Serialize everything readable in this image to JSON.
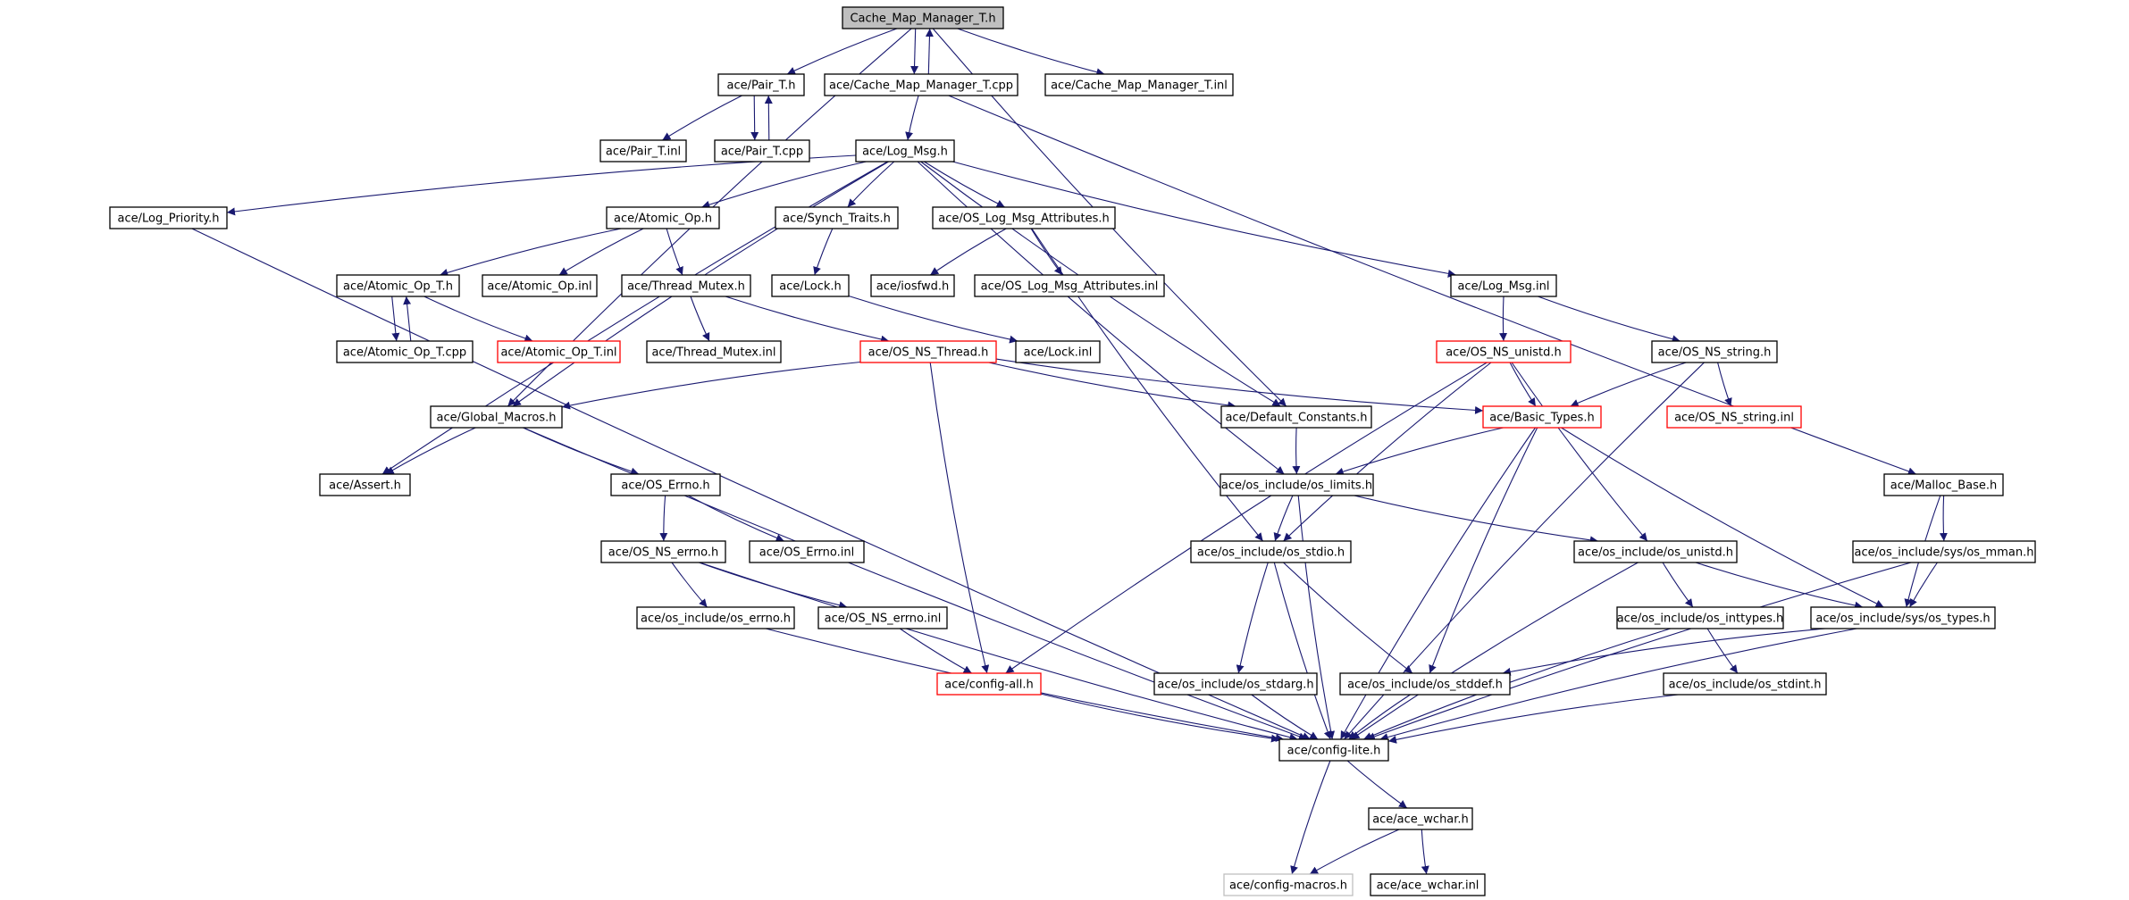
{
  "graph": {
    "nodes": [
      {
        "id": "root",
        "label": "Cache_Map_Manager_T.h",
        "style": "root"
      },
      {
        "id": "pair_h",
        "label": "ace/Pair_T.h",
        "style": "normal"
      },
      {
        "id": "cmm_cpp",
        "label": "ace/Cache_Map_Manager_T.cpp",
        "style": "normal"
      },
      {
        "id": "cmm_inl",
        "label": "ace/Cache_Map_Manager_T.inl",
        "style": "normal"
      },
      {
        "id": "pair_inl",
        "label": "ace/Pair_T.inl",
        "style": "normal"
      },
      {
        "id": "pair_cpp",
        "label": "ace/Pair_T.cpp",
        "style": "normal"
      },
      {
        "id": "log_msg",
        "label": "ace/Log_Msg.h",
        "style": "normal"
      },
      {
        "id": "log_priority",
        "label": "ace/Log_Priority.h",
        "style": "normal"
      },
      {
        "id": "atomic_op_h",
        "label": "ace/Atomic_Op.h",
        "style": "normal"
      },
      {
        "id": "synch_traits",
        "label": "ace/Synch_Traits.h",
        "style": "normal"
      },
      {
        "id": "os_log_attr",
        "label": "ace/OS_Log_Msg_Attributes.h",
        "style": "normal"
      },
      {
        "id": "atomic_op_t_h",
        "label": "ace/Atomic_Op_T.h",
        "style": "normal"
      },
      {
        "id": "atomic_op_inl",
        "label": "ace/Atomic_Op.inl",
        "style": "normal"
      },
      {
        "id": "thread_mutex_h",
        "label": "ace/Thread_Mutex.h",
        "style": "normal"
      },
      {
        "id": "lock_h",
        "label": "ace/Lock.h",
        "style": "normal"
      },
      {
        "id": "iosfwd",
        "label": "ace/iosfwd.h",
        "style": "normal"
      },
      {
        "id": "os_log_attr_inl",
        "label": "ace/OS_Log_Msg_Attributes.inl",
        "style": "normal"
      },
      {
        "id": "log_msg_inl",
        "label": "ace/Log_Msg.inl",
        "style": "normal"
      },
      {
        "id": "atomic_op_t_cpp",
        "label": "ace/Atomic_Op_T.cpp",
        "style": "normal"
      },
      {
        "id": "atomic_op_t_inl",
        "label": "ace/Atomic_Op_T.inl",
        "style": "red"
      },
      {
        "id": "thread_mutex_inl",
        "label": "ace/Thread_Mutex.inl",
        "style": "normal"
      },
      {
        "id": "os_ns_thread",
        "label": "ace/OS_NS_Thread.h",
        "style": "red"
      },
      {
        "id": "lock_inl",
        "label": "ace/Lock.inl",
        "style": "normal"
      },
      {
        "id": "os_ns_unistd",
        "label": "ace/OS_NS_unistd.h",
        "style": "red"
      },
      {
        "id": "os_ns_string",
        "label": "ace/OS_NS_string.h",
        "style": "normal"
      },
      {
        "id": "global_macros",
        "label": "ace/Global_Macros.h",
        "style": "normal"
      },
      {
        "id": "default_constants",
        "label": "ace/Default_Constants.h",
        "style": "normal"
      },
      {
        "id": "basic_types",
        "label": "ace/Basic_Types.h",
        "style": "red"
      },
      {
        "id": "os_ns_string_inl",
        "label": "ace/OS_NS_string.inl",
        "style": "red"
      },
      {
        "id": "assert_h",
        "label": "ace/Assert.h",
        "style": "normal"
      },
      {
        "id": "os_errno",
        "label": "ace/OS_Errno.h",
        "style": "normal"
      },
      {
        "id": "os_limits",
        "label": "ace/os_include/os_limits.h",
        "style": "normal"
      },
      {
        "id": "malloc_base",
        "label": "ace/Malloc_Base.h",
        "style": "normal"
      },
      {
        "id": "os_ns_errno",
        "label": "ace/OS_NS_errno.h",
        "style": "normal"
      },
      {
        "id": "os_errno_inl",
        "label": "ace/OS_Errno.inl",
        "style": "normal"
      },
      {
        "id": "os_stdio",
        "label": "ace/os_include/os_stdio.h",
        "style": "normal"
      },
      {
        "id": "os_unistd",
        "label": "ace/os_include/os_unistd.h",
        "style": "normal"
      },
      {
        "id": "sys_mman",
        "label": "ace/os_include/sys/os_mman.h",
        "style": "normal"
      },
      {
        "id": "os_include_errno",
        "label": "ace/os_include/os_errno.h",
        "style": "normal"
      },
      {
        "id": "os_ns_errno_inl",
        "label": "ace/OS_NS_errno.inl",
        "style": "normal"
      },
      {
        "id": "os_inttypes",
        "label": "ace/os_include/os_inttypes.h",
        "style": "normal"
      },
      {
        "id": "sys_types",
        "label": "ace/os_include/sys/os_types.h",
        "style": "normal"
      },
      {
        "id": "config_all",
        "label": "ace/config-all.h",
        "style": "red"
      },
      {
        "id": "os_stdarg",
        "label": "ace/os_include/os_stdarg.h",
        "style": "normal"
      },
      {
        "id": "os_stddef",
        "label": "ace/os_include/os_stddef.h",
        "style": "normal"
      },
      {
        "id": "os_stdint",
        "label": "ace/os_include/os_stdint.h",
        "style": "normal"
      },
      {
        "id": "config_lite",
        "label": "ace/config-lite.h",
        "style": "normal"
      },
      {
        "id": "ace_wchar_h",
        "label": "ace/ace_wchar.h",
        "style": "normal"
      },
      {
        "id": "config_macros",
        "label": "ace/config-macros.h",
        "style": "gray"
      },
      {
        "id": "ace_wchar_inl",
        "label": "ace/ace_wchar.inl",
        "style": "normal"
      }
    ],
    "edges": [
      [
        "root",
        "pair_h"
      ],
      [
        "root",
        "cmm_cpp"
      ],
      [
        "root",
        "cmm_inl"
      ],
      [
        "root",
        "global_macros"
      ],
      [
        "root",
        "default_constants"
      ],
      [
        "cmm_cpp",
        "root"
      ],
      [
        "cmm_cpp",
        "log_msg"
      ],
      [
        "cmm_cpp",
        "malloc_base"
      ],
      [
        "pair_h",
        "pair_inl"
      ],
      [
        "pair_h",
        "pair_cpp"
      ],
      [
        "pair_cpp",
        "pair_h"
      ],
      [
        "log_msg",
        "log_priority"
      ],
      [
        "log_msg",
        "atomic_op_h"
      ],
      [
        "log_msg",
        "synch_traits"
      ],
      [
        "log_msg",
        "os_log_attr"
      ],
      [
        "log_msg",
        "log_msg_inl"
      ],
      [
        "log_msg",
        "global_macros"
      ],
      [
        "log_msg",
        "assert_h"
      ],
      [
        "log_msg",
        "default_constants"
      ],
      [
        "log_msg",
        "os_limits"
      ],
      [
        "log_priority",
        "config_lite"
      ],
      [
        "atomic_op_h",
        "atomic_op_t_h"
      ],
      [
        "atomic_op_h",
        "atomic_op_inl"
      ],
      [
        "atomic_op_h",
        "thread_mutex_h"
      ],
      [
        "atomic_op_t_h",
        "atomic_op_t_cpp"
      ],
      [
        "atomic_op_t_h",
        "atomic_op_t_inl"
      ],
      [
        "atomic_op_t_cpp",
        "atomic_op_t_h"
      ],
      [
        "thread_mutex_h",
        "thread_mutex_inl"
      ],
      [
        "thread_mutex_h",
        "os_ns_thread"
      ],
      [
        "synch_traits",
        "lock_h"
      ],
      [
        "lock_h",
        "lock_inl"
      ],
      [
        "os_log_attr",
        "iosfwd"
      ],
      [
        "os_log_attr",
        "os_log_attr_inl"
      ],
      [
        "os_log_attr",
        "os_stdio"
      ],
      [
        "log_msg_inl",
        "os_ns_unistd"
      ],
      [
        "log_msg_inl",
        "os_ns_string"
      ],
      [
        "os_ns_thread",
        "global_macros"
      ],
      [
        "os_ns_thread",
        "default_constants"
      ],
      [
        "os_ns_thread",
        "basic_types"
      ],
      [
        "os_ns_thread",
        "config_all"
      ],
      [
        "os_ns_unistd",
        "basic_types"
      ],
      [
        "os_ns_unistd",
        "os_stdio"
      ],
      [
        "os_ns_unistd",
        "os_unistd"
      ],
      [
        "os_ns_unistd",
        "config_all"
      ],
      [
        "os_ns_string",
        "basic_types"
      ],
      [
        "os_ns_string",
        "os_ns_string_inl"
      ],
      [
        "os_ns_string",
        "config_lite"
      ],
      [
        "global_macros",
        "assert_h"
      ],
      [
        "global_macros",
        "os_errno"
      ],
      [
        "global_macros",
        "config_lite"
      ],
      [
        "default_constants",
        "os_limits"
      ],
      [
        "basic_types",
        "os_limits"
      ],
      [
        "basic_types",
        "sys_types"
      ],
      [
        "basic_types",
        "os_stddef"
      ],
      [
        "basic_types",
        "config_lite"
      ],
      [
        "os_errno",
        "os_ns_errno"
      ],
      [
        "os_errno",
        "os_errno_inl"
      ],
      [
        "os_ns_errno",
        "os_include_errno"
      ],
      [
        "os_ns_errno",
        "os_ns_errno_inl"
      ],
      [
        "os_ns_errno",
        "config_lite"
      ],
      [
        "os_include_errno",
        "config_lite"
      ],
      [
        "os_ns_errno_inl",
        "config_all"
      ],
      [
        "os_limits",
        "os_stdio"
      ],
      [
        "os_limits",
        "os_unistd"
      ],
      [
        "os_limits",
        "config_lite"
      ],
      [
        "os_stdio",
        "os_stdarg"
      ],
      [
        "os_stdio",
        "os_stddef"
      ],
      [
        "os_stdio",
        "config_lite"
      ],
      [
        "os_unistd",
        "os_inttypes"
      ],
      [
        "os_unistd",
        "sys_types"
      ],
      [
        "os_unistd",
        "config_lite"
      ],
      [
        "malloc_base",
        "sys_mman"
      ],
      [
        "malloc_base",
        "sys_types"
      ],
      [
        "sys_mman",
        "sys_types"
      ],
      [
        "sys_mman",
        "config_lite"
      ],
      [
        "os_inttypes",
        "os_stdint"
      ],
      [
        "os_inttypes",
        "config_lite"
      ],
      [
        "sys_types",
        "os_stddef"
      ],
      [
        "sys_types",
        "config_lite"
      ],
      [
        "config_all",
        "config_lite"
      ],
      [
        "os_stdarg",
        "config_lite"
      ],
      [
        "os_stddef",
        "config_lite"
      ],
      [
        "os_stdint",
        "config_lite"
      ],
      [
        "config_lite",
        "ace_wchar_h"
      ],
      [
        "config_lite",
        "config_macros"
      ],
      [
        "ace_wchar_h",
        "config_macros"
      ],
      [
        "ace_wchar_h",
        "ace_wchar_inl"
      ]
    ]
  },
  "colors": {
    "edge": "#191970",
    "border": "#000000",
    "red_border": "#ff0000",
    "gray_border": "#bfbfbf",
    "root_fill": "#bfbfbf"
  }
}
